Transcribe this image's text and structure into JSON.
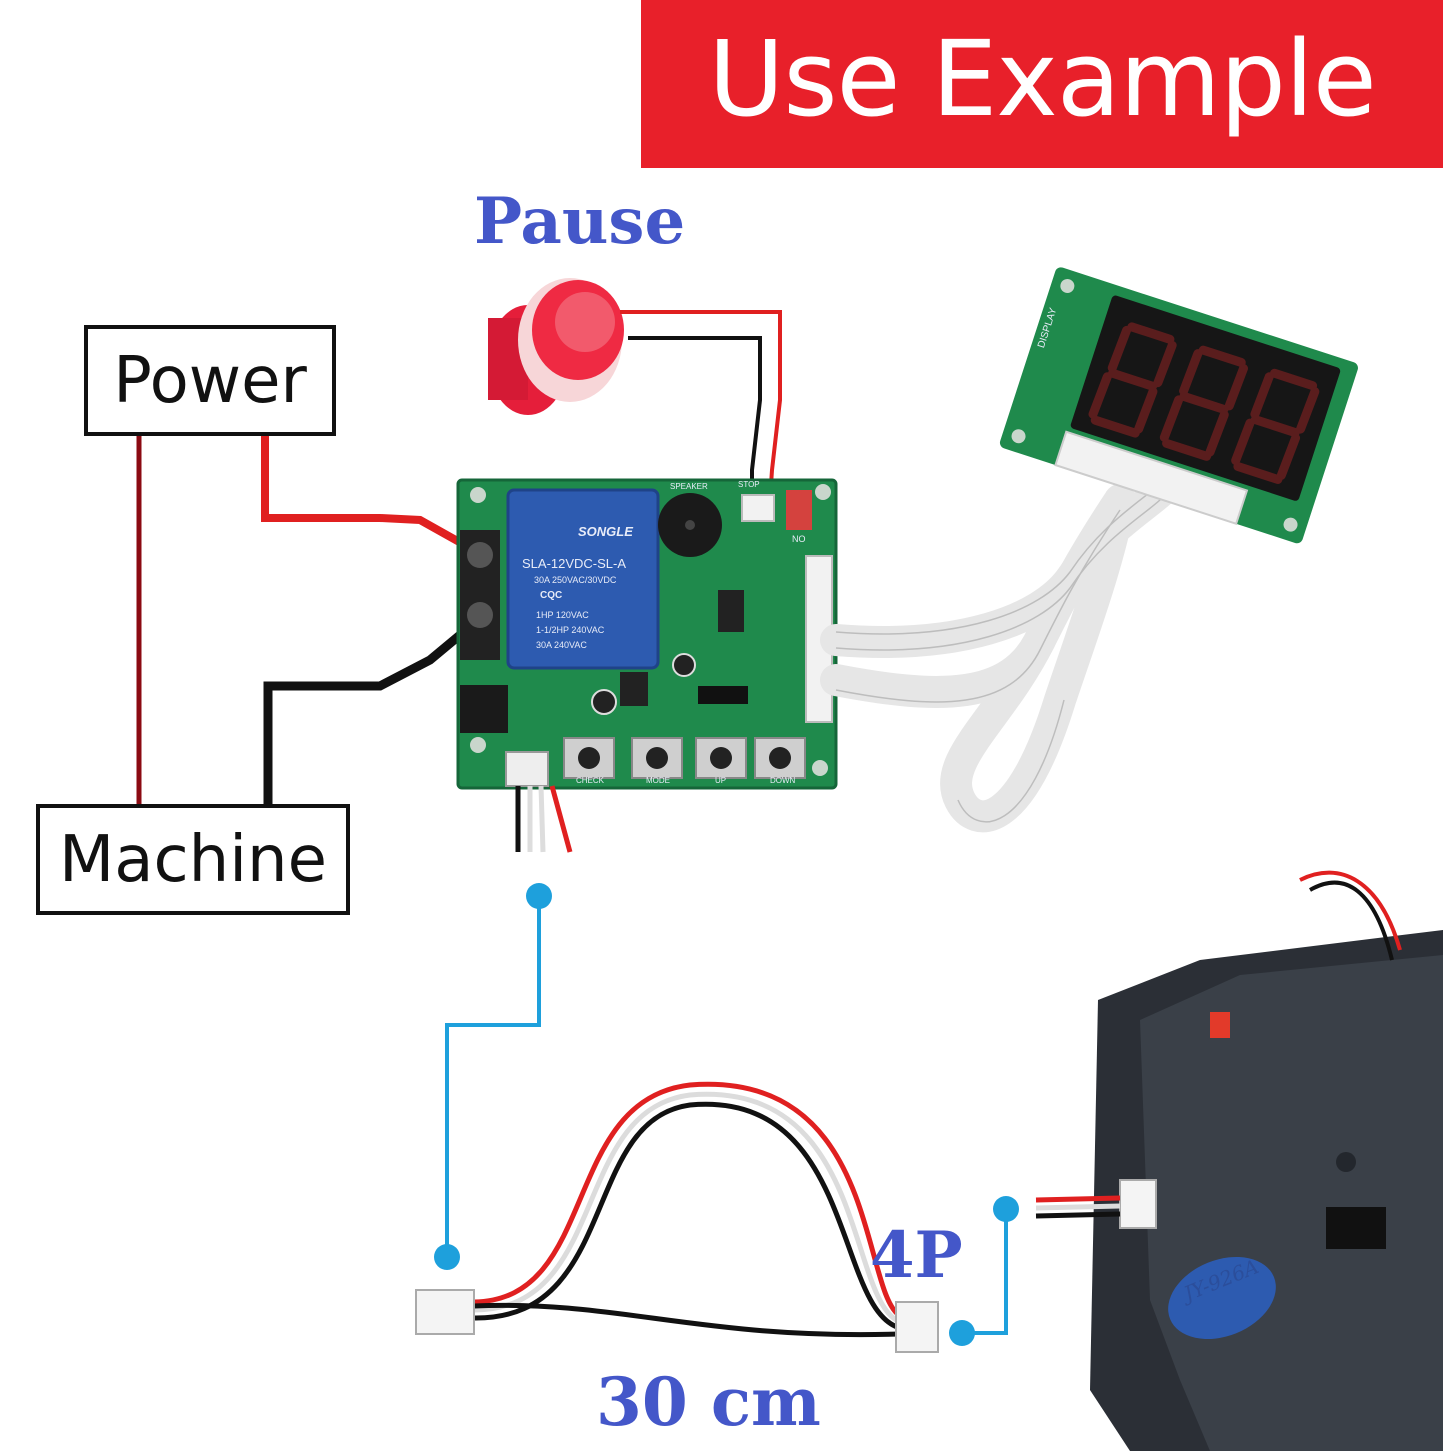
{
  "banner": {
    "title": "Use Example"
  },
  "labels": {
    "power": "Power",
    "machine": "Machine",
    "pause": "Pause",
    "connector": "4P",
    "cable_length": "30 cm"
  },
  "relay": {
    "brand": "SONGLE",
    "model": "SLA-12VDC-SL-A",
    "rating": "30A 250VAC/30VDC",
    "cert": "CQC",
    "line1": "1HP 120VAC",
    "line2": "1-1/2HP 240VAC",
    "line3": "30A 240VAC"
  },
  "board": {
    "speaker": "SPEAKER",
    "stop": "STOP",
    "switch": "NO",
    "buttons": [
      "CHECK",
      "MODE",
      "UP",
      "DOWN"
    ],
    "display_module": "DISPLAY"
  },
  "acceptor": {
    "model": "JY-926A"
  },
  "colors": {
    "banner": "#e8202a",
    "label_blue": "#4457c9",
    "wire_red": "#e02020",
    "wire_dark_red": "#8b0a12",
    "wire_black": "#111111",
    "leader_line": "#1ea0dc",
    "pcb_green": "#1f8a4c"
  }
}
